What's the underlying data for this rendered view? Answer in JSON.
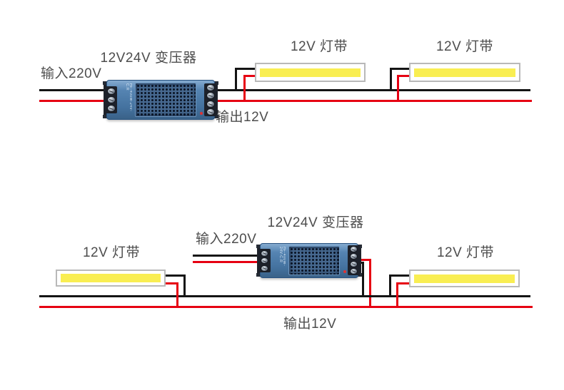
{
  "colors": {
    "wire_black": "#141414",
    "wire_red": "#e60012",
    "strip_yellow": "#f9ee52",
    "transformer_blue": "#44729f",
    "text_gray": "#4d4d4d"
  },
  "top": {
    "transformer_title": "12V24V 变压器",
    "transformer_model": "HF-400W-24V-C.R",
    "input_label": "输入220V",
    "output_label": "输出12V",
    "strip1_label": "12V 灯带",
    "strip2_label": "12V 灯带"
  },
  "bottom": {
    "transformer_title": "12V24V 变压器",
    "transformer_model": "HF-400W-24V-C.R",
    "input_label": "输入220V",
    "output_label": "输出12V",
    "strip_left_label": "12V 灯带",
    "strip_right_label": "12V 灯带"
  }
}
